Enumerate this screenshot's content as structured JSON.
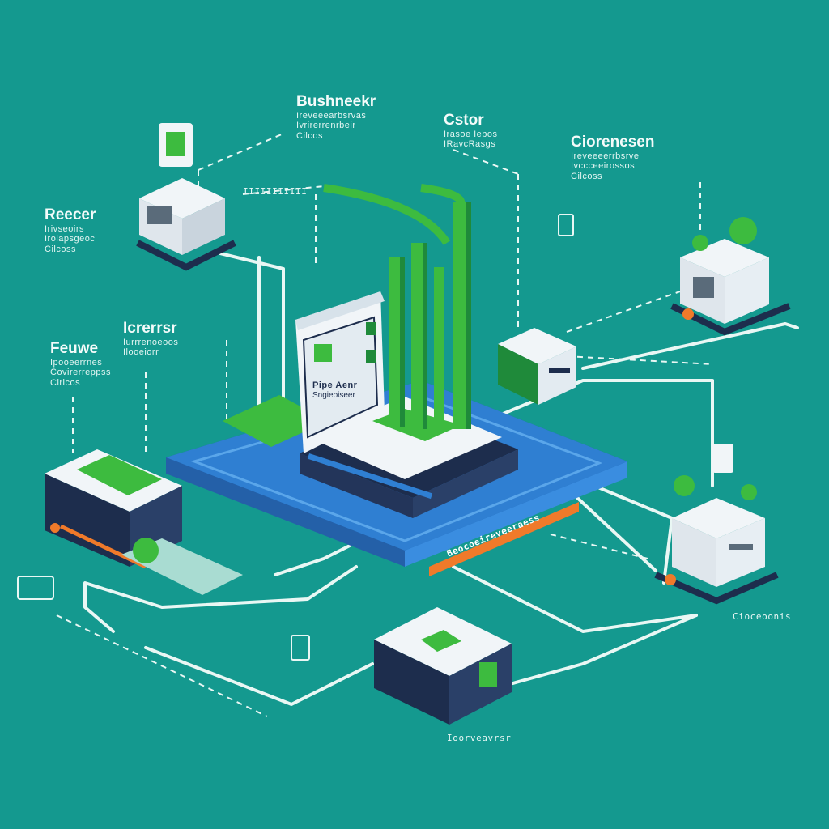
{
  "colors": {
    "background": "#14998f",
    "platform": "#2f7fd2",
    "platform_edge": "#1d5ea8",
    "line": "#e9f7f4",
    "plant": "#3dbb3f",
    "plant_dark": "#1f8a3a",
    "box_top": "#f1f5f8",
    "box_side": "#1d2d4d",
    "accent": "#f07a2a"
  },
  "labels": {
    "top_center": {
      "title": "Bushneekr",
      "line1": "Ireveeearbsrvas",
      "line2": "Ivrirerrenrbeir",
      "line3": "Cilcos",
      "caption": "IIIIIIIIIII"
    },
    "top_right_mid": {
      "title": "Cstor",
      "line1": "Irasoe Iebos",
      "line2": "IRavcRasgs"
    },
    "top_right": {
      "title": "Ciorenesen",
      "line1": "Ireveeeerrbsrve",
      "line2": "Ivccceeirossos",
      "line3": "Cilcoss"
    },
    "left_upper": {
      "title": "Reecer",
      "line1": "Irivseoirs",
      "line2": "Iroiapsgeoc",
      "line3": "Cilcoss"
    },
    "left_lower_a": {
      "title": "Feuwe",
      "line1": "Ipooeerrnes",
      "line2": "Covirerreppss",
      "line3": "Cirlcos"
    },
    "left_lower_b": {
      "title": "Icrerrsr",
      "line1": "Iurrrenoeoos",
      "line2": "Ilooeiorr"
    },
    "center_screen": {
      "title": "Pipe Aenr",
      "line1": "Sngieoiseer"
    },
    "ribbon": "Beocoeireveeraess",
    "bottom_right": "Cioceoonis",
    "bottom_center": "Ioorveavrsr"
  }
}
